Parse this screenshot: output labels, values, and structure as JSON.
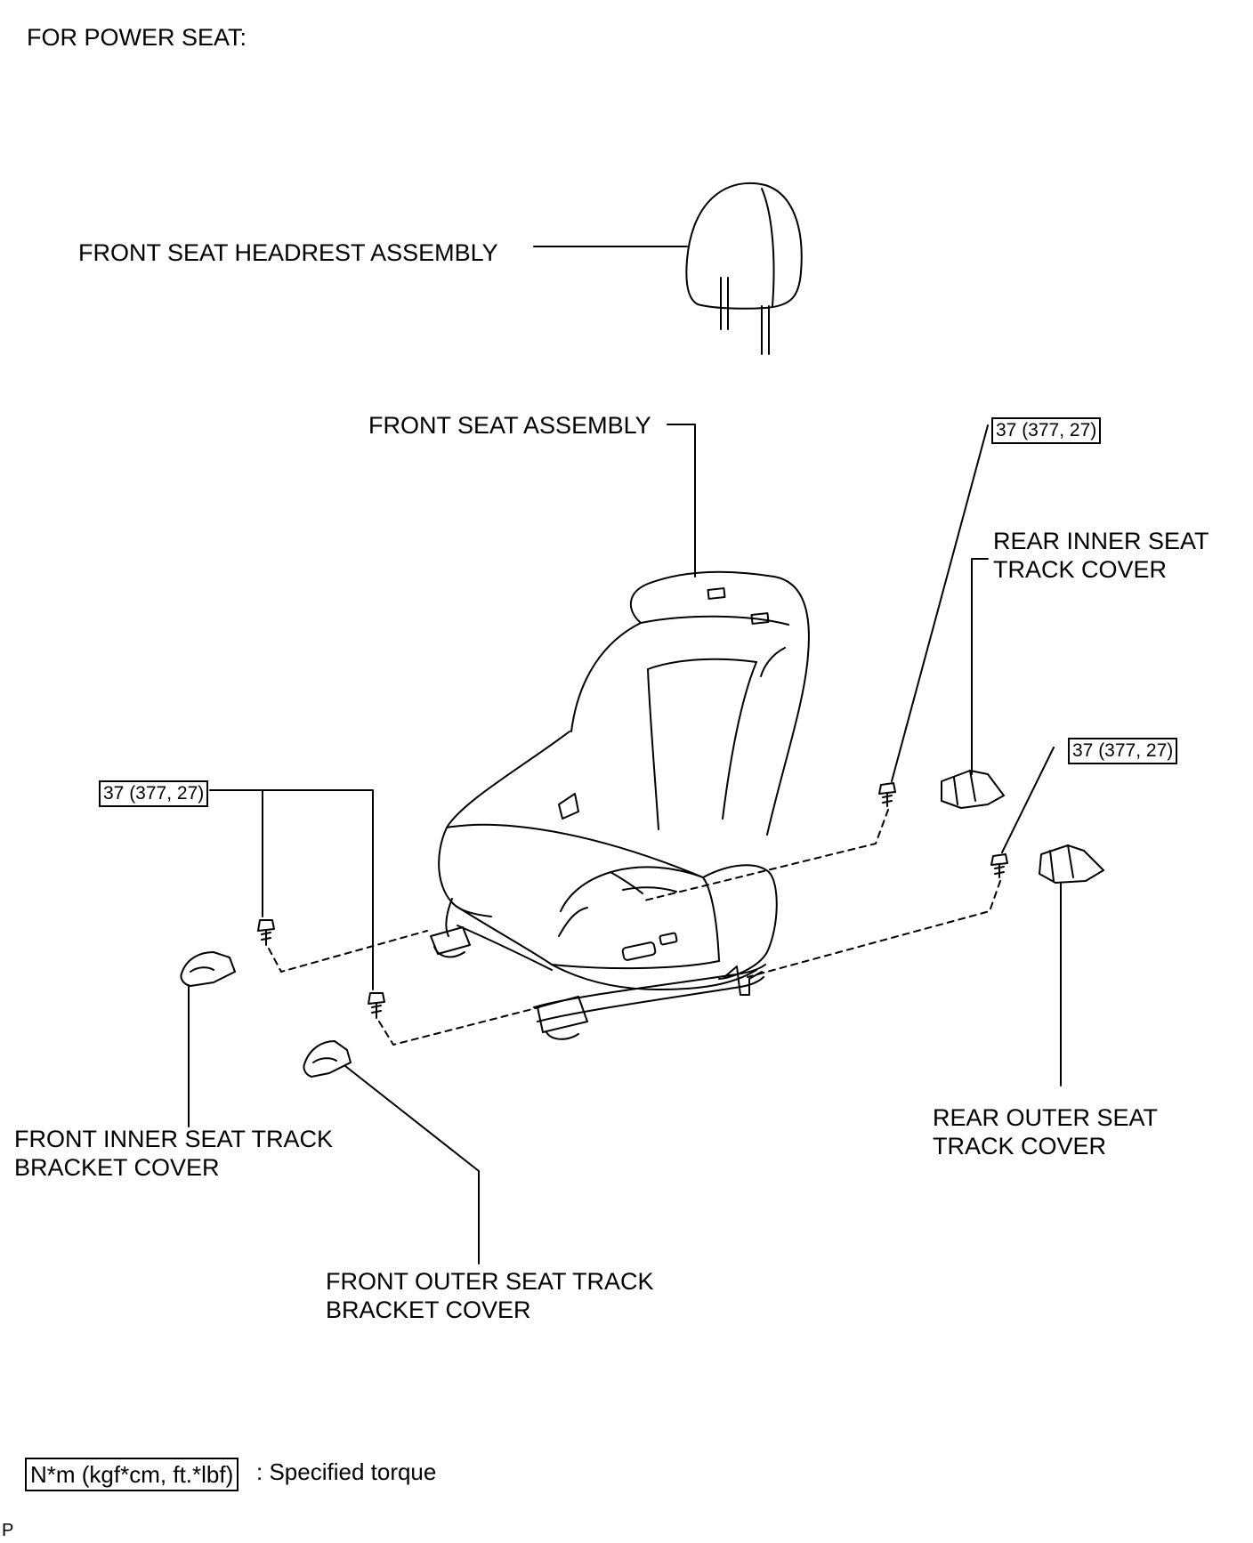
{
  "header": {
    "title": "FOR POWER SEAT:"
  },
  "labels": {
    "headrest": "FRONT SEAT HEADREST ASSEMBLY",
    "seat": "FRONT SEAT ASSEMBLY",
    "rear_inner_l1": "REAR  INNER SEAT",
    "rear_inner_l2": "TRACK COVER",
    "rear_outer_l1": "REAR OUTER SEAT",
    "rear_outer_l2": "TRACK COVER",
    "front_inner_l1": "FRONT INNER SEAT TRACK",
    "front_inner_l2": "BRACKET COVER",
    "front_outer_l1": "FRONT OUTER SEAT TRACK",
    "front_outer_l2": "BRACKET COVER"
  },
  "torques": {
    "rear_inner": "37 (377, 27)",
    "rear_outer": "37 (377, 27)",
    "front": "37 (377, 27)"
  },
  "legend": {
    "unit": "N*m (kgf*cm, ft.*lbf)",
    "description": ": Specified torque"
  },
  "footer": {
    "code": "P"
  }
}
